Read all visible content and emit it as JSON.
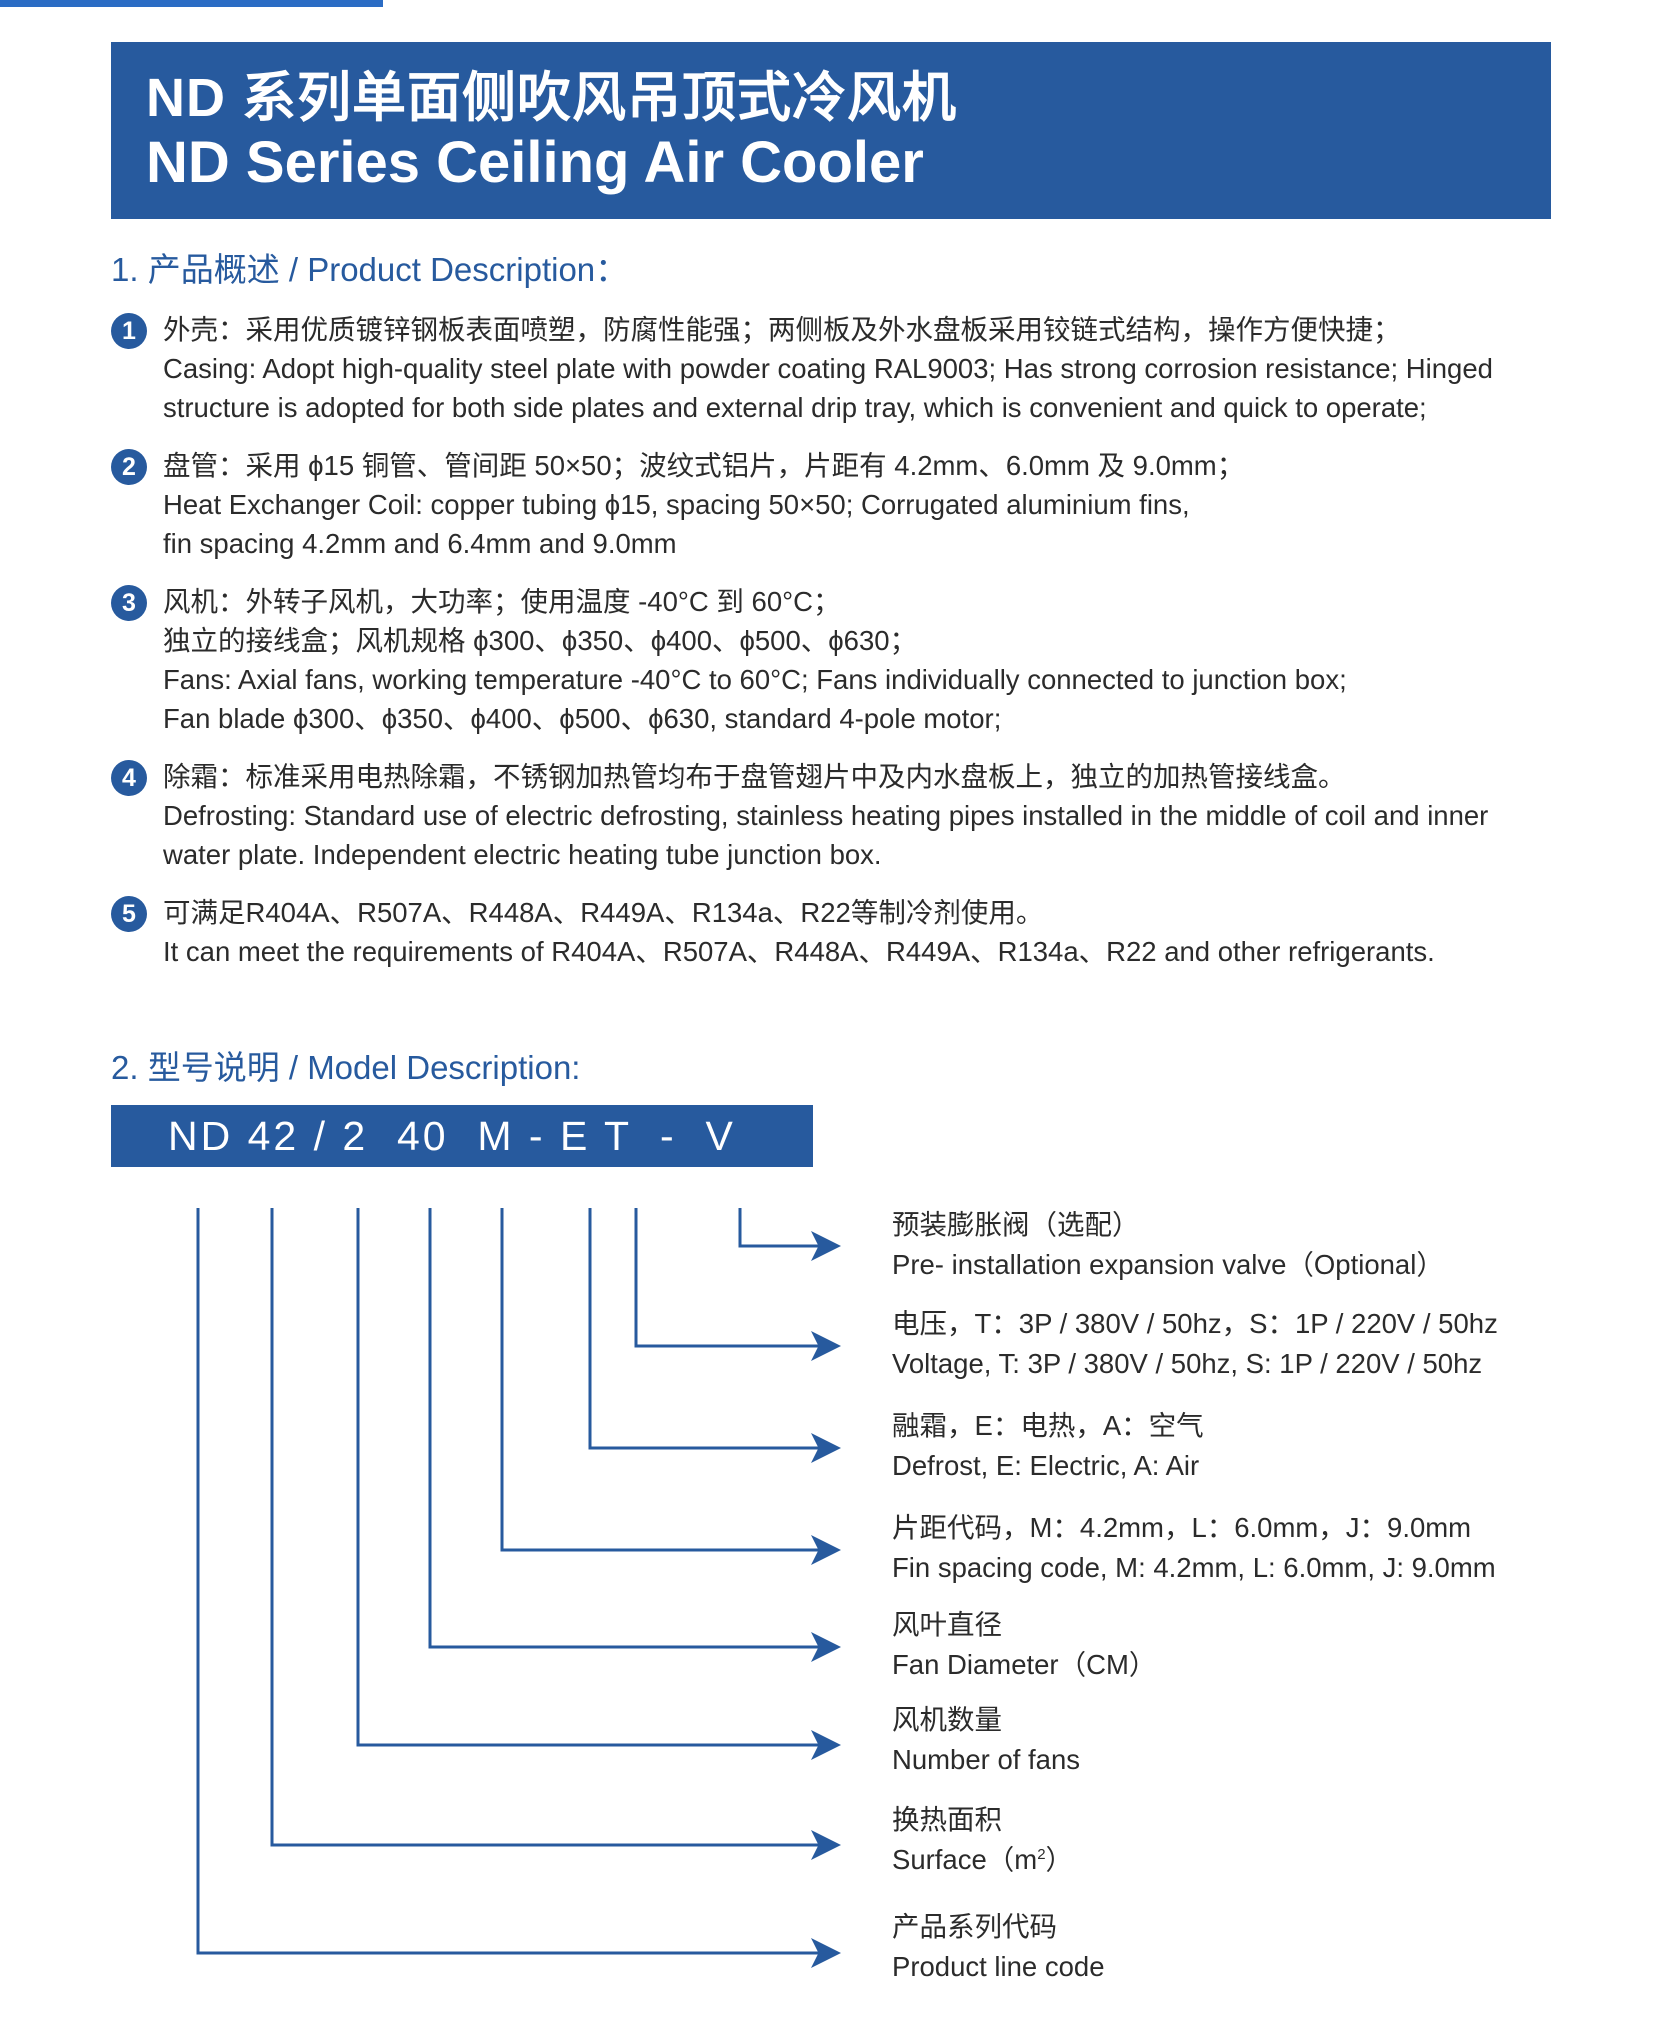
{
  "header": {
    "title_zh": "ND 系列单面侧吹风吊顶式冷风机",
    "title_en": "ND Series Ceiling Air Cooler"
  },
  "product_description": {
    "heading": "1. 产品概述 / Product Description：",
    "items": [
      {
        "number": "1",
        "lines": [
          "外壳：采用优质镀锌钢板表面喷塑，防腐性能强；两侧板及外水盘板采用铰链式结构，操作方便快捷；",
          "Casing: Adopt high-quality steel plate with powder coating RAL9003; Has strong corrosion resistance; Hinged",
          "structure is adopted for both side plates and external drip tray, which is convenient and quick to operate;"
        ]
      },
      {
        "number": "2",
        "lines": [
          "盘管：采用 ϕ15 铜管、管间距 50×50；波纹式铝片，片距有 4.2mm、6.0mm 及 9.0mm；",
          "Heat Exchanger Coil: copper tubing ϕ15, spacing 50×50; Corrugated aluminium fins,",
          "fin spacing 4.2mm and 6.4mm and 9.0mm"
        ]
      },
      {
        "number": "3",
        "lines": [
          "风机：外转子风机，大功率；使用温度 -40°C 到 60°C；",
          "独立的接线盒；风机规格 ϕ300、ϕ350、ϕ400、ϕ500、ϕ630；",
          "Fans: Axial fans, working temperature -40°C to 60°C; Fans individually connected to junction box;",
          "Fan blade ϕ300、ϕ350、ϕ400、ϕ500、ϕ630, standard 4-pole motor;"
        ]
      },
      {
        "number": "4",
        "lines": [
          "除霜：标准采用电热除霜，不锈钢加热管均布于盘管翅片中及内水盘板上，独立的加热管接线盒。",
          "Defrosting: Standard use of electric defrosting, stainless heating pipes installed in the middle of coil and inner",
          "water plate. Independent electric heating tube junction box."
        ]
      },
      {
        "number": "5",
        "lines": [
          "可满足R404A、R507A、R448A、R449A、R134a、R22等制冷剂使用。",
          "It can meet the requirements of R404A、R507A、R448A、R449A、R134a、R22 and other refrigerants."
        ]
      }
    ]
  },
  "model_description": {
    "heading": "2. 型号说明 / Model Description:",
    "model_code": "ND 42 / 2  40  M - E T  -  V",
    "labels": [
      {
        "zh": "预装膨胀阀（选配）",
        "en": "Pre- installation expansion valve（Optional）"
      },
      {
        "zh": "电压，T：3P / 380V / 50hz，S：1P / 220V / 50hz",
        "en": "Voltage, T: 3P / 380V / 50hz, S: 1P / 220V / 50hz"
      },
      {
        "zh": "融霜，E：电热，A：空气",
        "en": "Defrost, E: Electric, A: Air"
      },
      {
        "zh": "片距代码，M：4.2mm，L：6.0mm，J：9.0mm",
        "en": "Fin spacing code, M: 4.2mm, L: 6.0mm, J: 9.0mm"
      },
      {
        "zh": "风叶直径",
        "en": "Fan Diameter（CM）"
      },
      {
        "zh": "风机数量",
        "en": "Number of fans"
      },
      {
        "zh": "换热面积",
        "en": "Surface（m",
        "en_sup": "2",
        "en_tail": "）"
      },
      {
        "zh": "产品系列代码",
        "en": "Product line code"
      }
    ]
  },
  "colors": {
    "primary": "#275a9e",
    "accent": "#2b6cc4",
    "text": "#2b2b2b"
  }
}
